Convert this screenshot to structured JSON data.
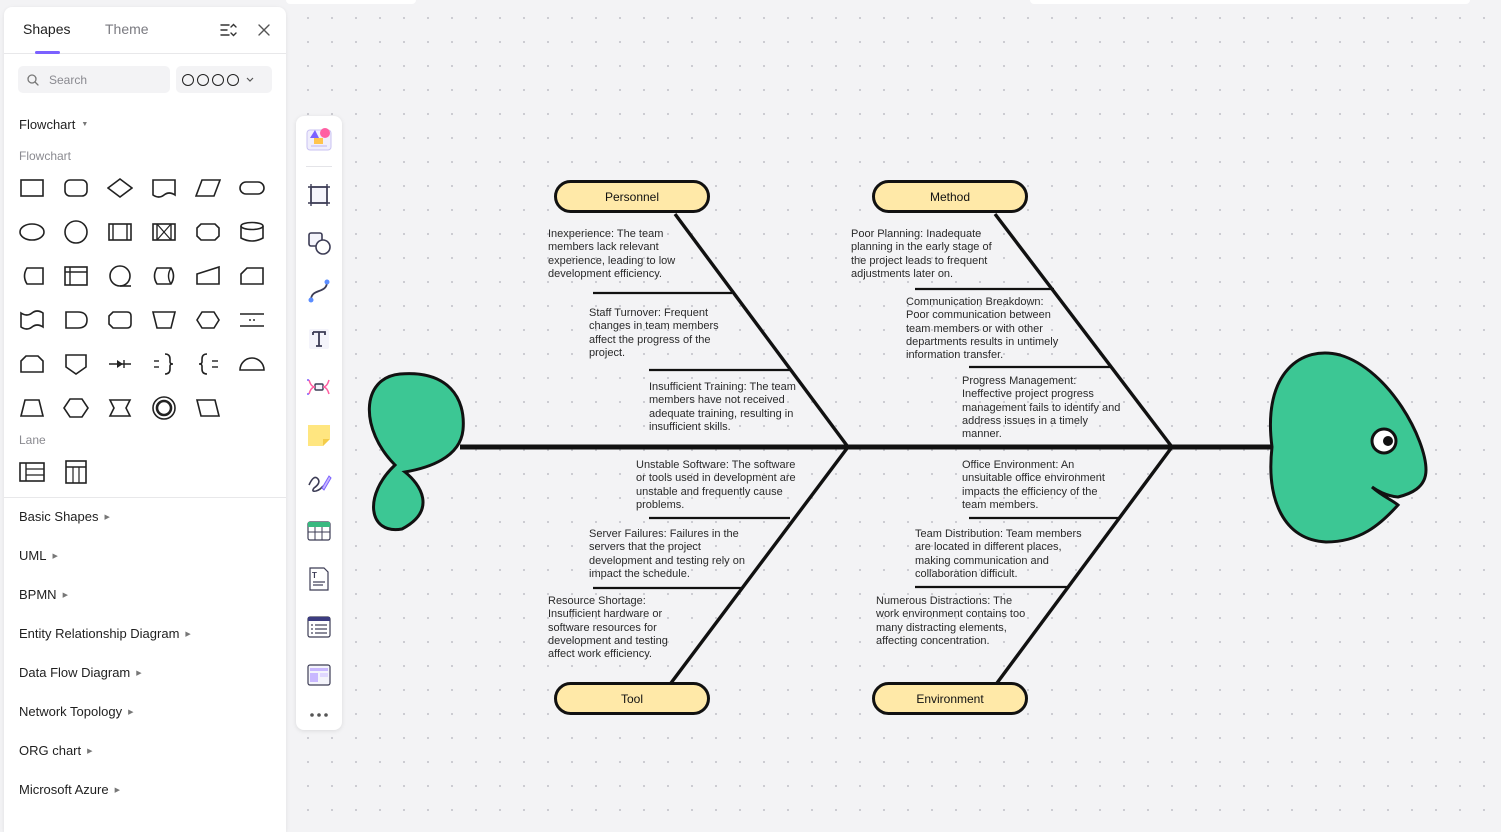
{
  "panel": {
    "tabs": [
      {
        "label": "Shapes",
        "active": true
      },
      {
        "label": "Theme",
        "active": false
      }
    ],
    "search": {
      "placeholder": "Search"
    },
    "style_select": {
      "icon": "chevron-down-icon"
    },
    "flowchart": {
      "title": "Flowchart",
      "group_label": "Flowchart",
      "shapes": [
        "process",
        "rounded-rectangle",
        "decision",
        "document",
        "data",
        "terminator",
        "ellipse",
        "circle",
        "predefined-process",
        "parallel-mode",
        "alternate-process",
        "database",
        "stored-data",
        "internal-storage",
        "sequential-data",
        "direct-access-storage",
        "manual-input",
        "card",
        "paper-tape",
        "delay",
        "display",
        "manual-operation",
        "preparation",
        "loop-limit-lines",
        "loop-limit",
        "off-page-connector",
        "collate",
        "right-brace",
        "left-brace",
        "semicircle",
        "trapezoid",
        "hexagon",
        "banner",
        "double-circle",
        "parallelogram"
      ],
      "lane_label": "Lane",
      "lane_shapes": [
        "horizontal-pool",
        "vertical-pool"
      ]
    },
    "libraries": [
      "Basic Shapes",
      "UML",
      "BPMN",
      "Entity Relationship Diagram",
      "Data Flow Diagram",
      "Network Topology",
      "ORG chart",
      "Microsoft Azure"
    ]
  },
  "toolbar": {
    "tools": [
      "template-icon",
      "frame-icon",
      "shape-icon",
      "connector-icon",
      "text-icon",
      "mindmap-icon",
      "sticky-note-icon",
      "pen-icon",
      "table-icon",
      "text-box-icon",
      "list-icon",
      "layout-icon",
      "more-icon"
    ]
  },
  "diagram": {
    "categories": {
      "personnel": "Personnel",
      "method": "Method",
      "tool": "Tool",
      "environment": "Environment"
    },
    "causes": {
      "personnel_1": "Inexperience: The team members lack relevant experience, leading to low development efficiency.",
      "personnel_2": "Staff Turnover: Frequent changes in team members affect the progress of the project.",
      "personnel_3": "Insufficient Training: The team members have not received adequate training, resulting in insufficient skills.",
      "method_1": "Poor Planning: Inadequate planning in the early stage of the project leads to frequent adjustments later on.",
      "method_2": "Communication Breakdown: Poor communication between team members or with other departments results in untimely information transfer.",
      "method_3": "Progress Management: Ineffective project progress management fails to identify and address issues in a timely manner.",
      "tool_1": "Unstable Software: The software or tools used in development are unstable and frequently cause problems.",
      "tool_2": "Server Failures: Failures in the servers that the project development and testing rely on impact the schedule.",
      "tool_3": "Resource Shortage: Insufficient hardware or software resources for development and testing affect work efficiency.",
      "env_1": "Office Environment: An unsuitable office environment impacts the efficiency of the team members.",
      "env_2": "Team Distribution: Team members are located in different places, making communication and collaboration difficult.",
      "env_3": "Numerous Distractions: The work environment contains too many distracting elements, affecting concentration."
    },
    "colors": {
      "fish": "#3cc794",
      "box_fill": "#ffe9a8",
      "line": "#111111",
      "accent": "#7b61ff"
    }
  }
}
